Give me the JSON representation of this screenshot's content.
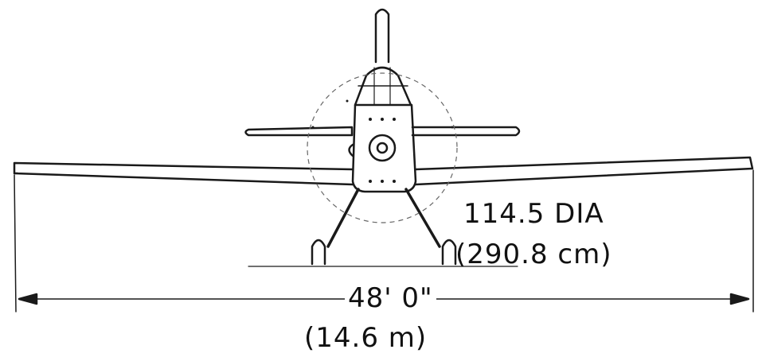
{
  "drawing": {
    "subject": "aircraft front view",
    "ink_color": "#1a1a1a",
    "labels": {
      "propeller_diameter": "114.5 DIA",
      "propeller_diameter_metric": "(290.8 cm)",
      "wingspan": "48' 0\"",
      "wingspan_metric": "(14.6 m)"
    }
  }
}
